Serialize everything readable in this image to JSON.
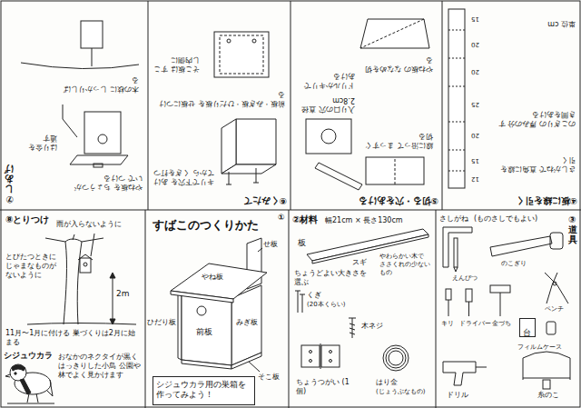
{
  "diagram": {
    "title": "すばこのつくりかた",
    "nodes": [
      {
        "text": [
          "①"
        ]
      },
      {
        "text": [
          "②材料"
        ]
      },
      {
        "text": [
          "③道具"
        ]
      },
      {
        "text": [
          "④板に線を引く"
        ]
      },
      {
        "text": [
          "⑤切る・穴をあける"
        ]
      },
      {
        "text": [
          "⑥くみたて"
        ]
      },
      {
        "text": [
          "⑦しあげ"
        ]
      },
      {
        "text": [
          "⑧とりつけ"
        ]
      },
      {
        "text": [
          "シジュウカラ用の巣箱を 作ってみよう！"
        ],
        "in": 0
      },
      {
        "text": [
          "台"
        ],
        "in": 2
      }
    ],
    "labels": [
      "せ板",
      "やね板",
      "ひだり板",
      "前板",
      "みぎ板",
      "そこ板",
      "板",
      "幅21cm × 長さ130cm",
      "スギ",
      "ちょうどよい大きさを選ぶ",
      "やわらかい木で ささくれの少ないもの",
      "くぎ",
      "(20本くらい)",
      "木ネジ",
      "ちょうつがい (1個)",
      "はり金",
      "(じょうぶなもの)",
      "さしがね",
      "(ものさしでもよい)",
      "のこぎり",
      "えんぴつ",
      "ペンチ",
      "キリ",
      "ドライバー",
      "金づち",
      "フィルムケース",
      "ドリル",
      "糸のこ",
      "雨が入らないように",
      "とびたつときに じゃまなものがないように",
      "2m",
      "11月〜1月に付ける 巣づくりは2月に始まる",
      "シジュウカラ",
      "おなかのネクタイが黒くはっきりした小鳥 公園や林でよく見かけます",
      "12",
      "15",
      "20",
      "25",
      "20",
      "20",
      "15",
      "さしがねで 直角に線を引く",
      "のこぎりの 厚みの分 すき間をあける",
      "単位 cm",
      "線に沿って まっすぐ切る",
      "入り口の穴 直径2.8cm",
      "ドリルかキリで あける",
      "やね板の ななめを切る",
      "キリで下穴を あけてから くぎを打つ",
      "前板・みぎ板・ひだり板を せ板につける",
      "そこ板は すこし内側に",
      "やね板を ちょうつがいで つける",
      "はり金を 通す",
      "木の枝に しっかりしばる"
    ]
  }
}
